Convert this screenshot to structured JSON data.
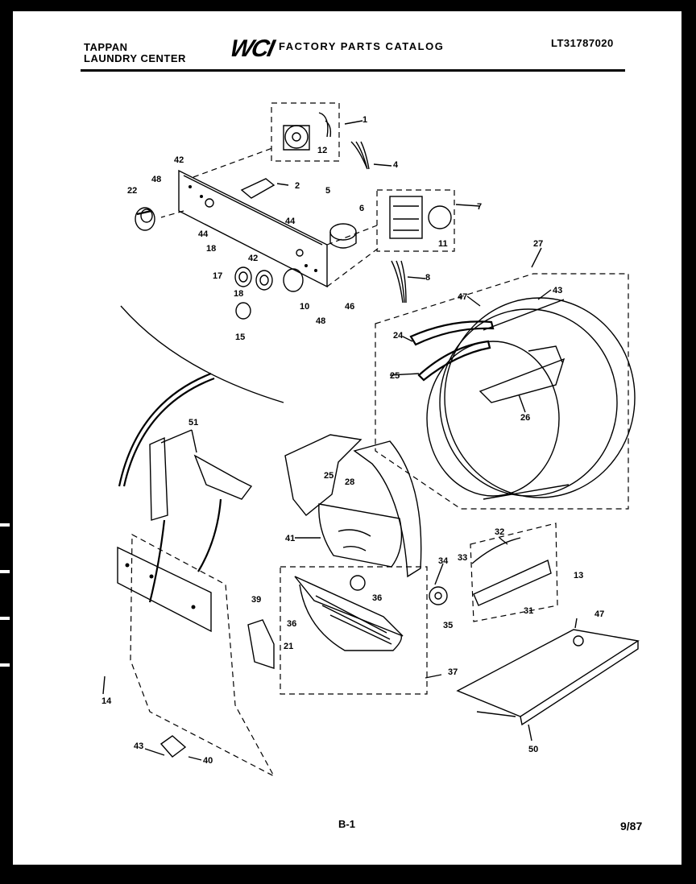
{
  "header": {
    "brand_line1": "TAPPAN",
    "brand_line2": "LAUNDRY CENTER",
    "logo": "WCI",
    "catalog_title": "FACTORY PARTS CATALOG",
    "catalog_code": "LT31787020"
  },
  "footer": {
    "page": "B-1",
    "date": "9/87"
  },
  "callouts": {
    "c1": "1",
    "c2": "2",
    "c4": "4",
    "c5": "5",
    "c6": "6",
    "c7": "7",
    "c8": "8",
    "c10": "10",
    "c11": "11",
    "c12": "12",
    "c13": "13",
    "c14": "14",
    "c15": "15",
    "c17": "17",
    "c18a": "18",
    "c18b": "18",
    "c21": "21",
    "c22": "22",
    "c24": "24",
    "c25": "25",
    "c25b": "25",
    "c26": "26",
    "c27": "27",
    "c28": "28",
    "c31": "31",
    "c32": "32",
    "c33": "33",
    "c34": "34",
    "c35": "35",
    "c36": "36",
    "c36b": "36",
    "c37": "37",
    "c39": "39",
    "c40": "40",
    "c41": "41",
    "c42a": "42",
    "c42b": "42",
    "c43a": "43",
    "c43b": "43",
    "c44a": "44",
    "c44b": "44",
    "c46": "46",
    "c47a": "47",
    "c47b": "47",
    "c48a": "48",
    "c48b": "48",
    "c50": "50",
    "c51": "51"
  }
}
